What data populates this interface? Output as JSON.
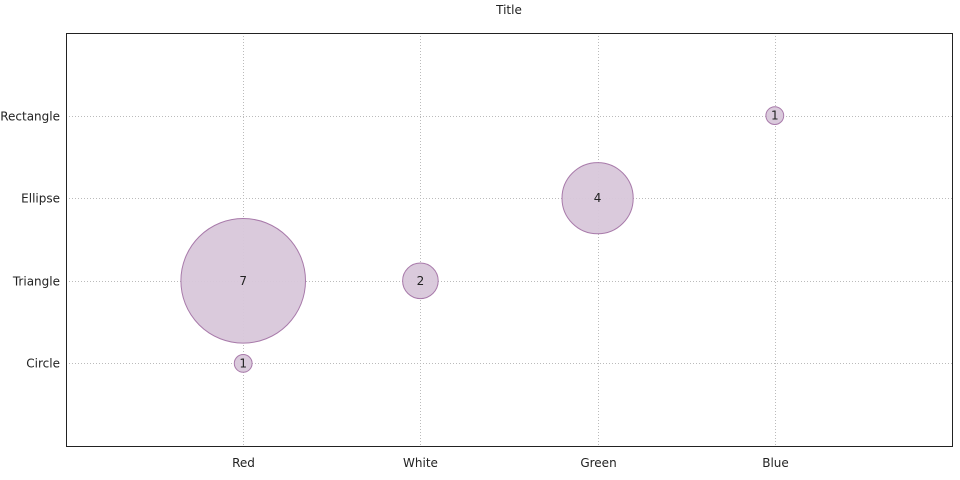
{
  "chart_data": {
    "type": "scatter",
    "subtype": "bubble",
    "title": "Title",
    "xlabel": "",
    "ylabel": "",
    "x_categories": [
      "Red",
      "White",
      "Green",
      "Blue"
    ],
    "y_categories": [
      "Circle",
      "Triangle",
      "Ellipse",
      "Rectangle"
    ],
    "xlim": [
      -1,
      4
    ],
    "ylim": [
      -1,
      4
    ],
    "grid": true,
    "points": [
      {
        "x": "Red",
        "y": "Circle",
        "value": 1
      },
      {
        "x": "Red",
        "y": "Triangle",
        "value": 7
      },
      {
        "x": "White",
        "y": "Triangle",
        "value": 2
      },
      {
        "x": "Green",
        "y": "Ellipse",
        "value": 4
      },
      {
        "x": "Blue",
        "y": "Rectangle",
        "value": 1
      }
    ],
    "colors": {
      "fill": "#d8c7da",
      "stroke": "#a87aaa"
    }
  }
}
